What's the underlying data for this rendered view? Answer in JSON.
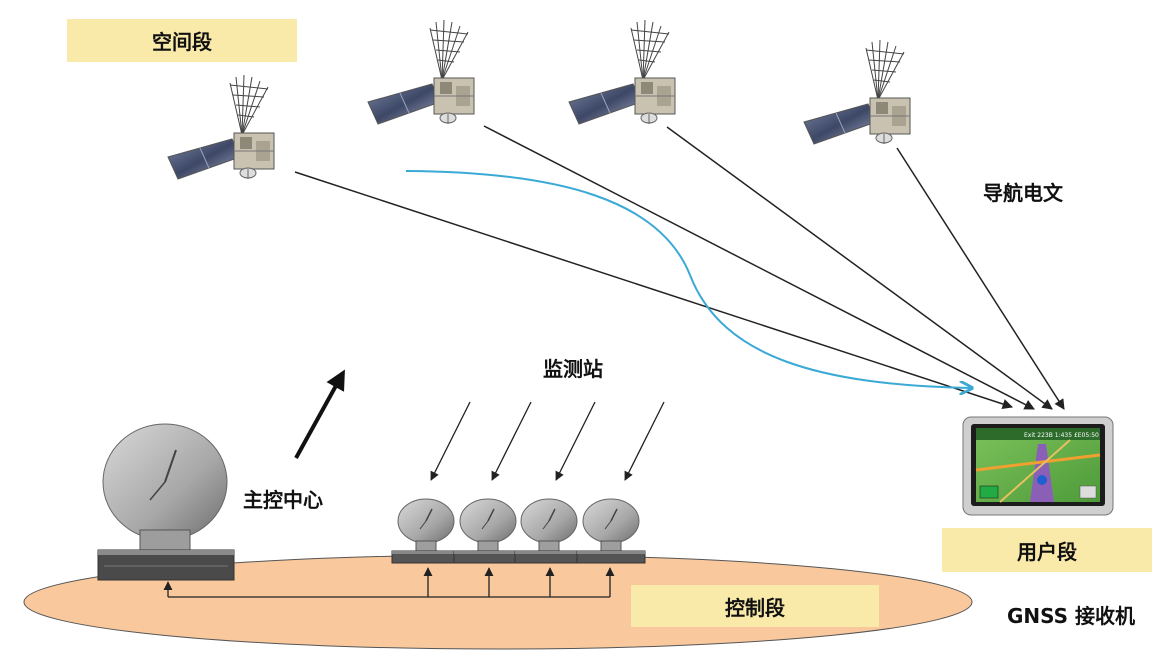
{
  "labels": {
    "space_segment": "空间段",
    "navigation_message": "导航电文",
    "monitor_stations": "监测站",
    "master_control": "主控中心",
    "user_segment": "用户段",
    "control_segment": "控制段",
    "receiver": "GNSS 接收机"
  },
  "gps_screen": {
    "status_text": "Exit 223B 1:435 £E05:50"
  },
  "colors": {
    "tag_fill": "#faeaa9",
    "ground_fill": "#f9c99d",
    "signal_arrow": "#3aa9d6",
    "line": "#222222"
  }
}
